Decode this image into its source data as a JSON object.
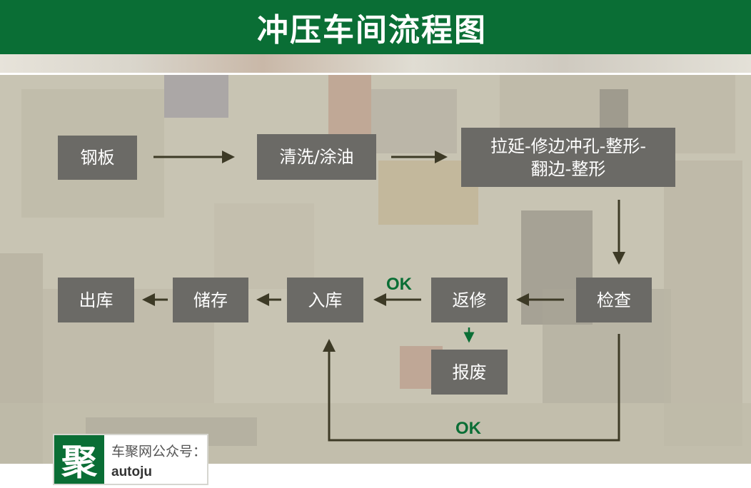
{
  "header": {
    "title": "冲压车间流程图"
  },
  "flow": {
    "steel_plate": "钢板",
    "clean_oil": "清洗/涂油",
    "forming_line1": "拉延-修边冲孔-整形-",
    "forming_line2": "翻边-整形",
    "inspect": "检查",
    "repair": "返修",
    "scrap": "报废",
    "store_in": "入库",
    "storage": "储存",
    "store_out": "出库",
    "ok_repair": "OK",
    "ok_bottom": "OK"
  },
  "logo": {
    "mark": "聚",
    "line1": "车聚网公众号：",
    "line2": "autoju"
  },
  "colors": {
    "brand_green": "#0a6e35",
    "box_gray": "#6b6a66",
    "arrow_dark": "#3d3a26"
  }
}
